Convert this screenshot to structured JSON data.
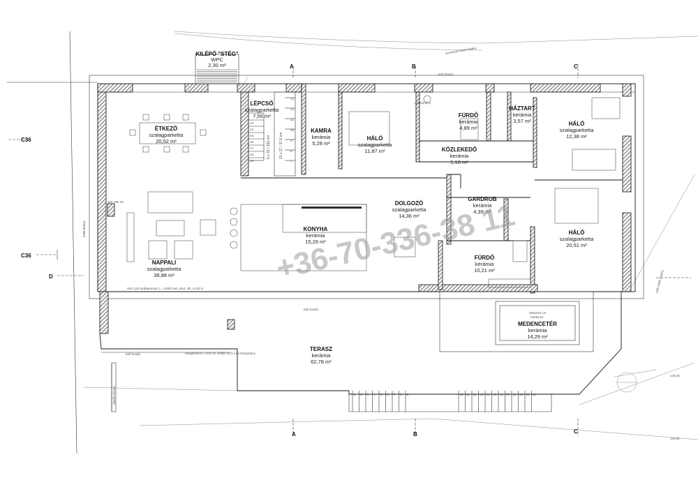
{
  "rooms": {
    "etkezo": {
      "name": "ÉTKEZŐ",
      "floor": "szalagparketta",
      "area": "20,52 m²"
    },
    "lepcso": {
      "name": "LÉPCSŐ",
      "floor": "szalagparketta",
      "area": "7,56 m²"
    },
    "kamra": {
      "name": "KAMRA",
      "floor": "kerámia",
      "area": "5,28 m²"
    },
    "halo1": {
      "name": "HÁLÓ",
      "floor": "szalagparketta",
      "area": "11,87 m²"
    },
    "furdo1": {
      "name": "FÜRDŐ",
      "floor": "kerámia",
      "area": "4,89 m²"
    },
    "haztart": {
      "name": "HÁZTART",
      "floor": "kerámia",
      "area": "3,57 m²"
    },
    "halo2": {
      "name": "HÁLÓ",
      "floor": "szalagparketta",
      "area": "12,38 m²"
    },
    "kozlekedo": {
      "name": "KÖZLEKEDŐ",
      "floor": "kerámia",
      "area": "5,18 m²"
    },
    "dolgozo": {
      "name": "DOLGOZÓ",
      "floor": "szalagparketta",
      "area": "14,36 m²"
    },
    "gardrob": {
      "name": "GARDROB",
      "floor": "kerámia",
      "area": "4,39 m²"
    },
    "konyha": {
      "name": "KONYHA",
      "floor": "kerámia",
      "area": "15,29 m²"
    },
    "halo3": {
      "name": "HÁLÓ",
      "floor": "szalagparketta",
      "area": "20,51 m²"
    },
    "furdo2": {
      "name": "FÜRDŐ",
      "floor": "kerámia",
      "area": "10,21 m²"
    },
    "nappali": {
      "name": "NAPPALI",
      "floor": "szalagparketta",
      "area": "38,88 m²"
    },
    "medence": {
      "name": "MEDENCETÉR",
      "floor": "kerámia",
      "area": "14,29 m²"
    },
    "terasz": {
      "name": "TERASZ",
      "floor": "kerámia",
      "area": "62,78 m²"
    },
    "kilepo": {
      "name": "KILÉPŐ \"STÉG\"",
      "floor": "WPC",
      "area": "2,30 m²"
    }
  },
  "sections": {
    "A": "A",
    "B": "B",
    "C": "C",
    "D": "D",
    "C36": "C36"
  },
  "annotations": {
    "stair_spec": "6 x 32 / 152 cm",
    "stair_spec2": "13 x 27 / 17,6 cm",
    "hea": "HEA 140 acélgerenda, L = 5300 mm, alsó. sík +2,40 m",
    "glass": "üvegkorlát m =100 cm, előtte ACO mini lefolyórács",
    "pool": "250x210 cm",
    "pool2": "medence",
    "teto_kontur": "tető kontúr",
    "gazkemeny": "gázkémény",
    "shi": "SHI UNI 20",
    "tamfal": "támfal nézete",
    "dim_128": "128.30",
    "dim_128b": "128.00",
    "szomszed": "szomszéd telek határa",
    "telek": "jobb telek határa",
    "telek2": "telek határa"
  },
  "stairs": {
    "left": [
      "13.",
      "14.",
      "15.",
      "16.",
      "17.",
      "18.",
      "19."
    ],
    "right": [
      "13.",
      "12.",
      "11.",
      "10.",
      "9.",
      "8.",
      "7."
    ],
    "outdoor_left": [
      "1.",
      "2.",
      "3.",
      "4.",
      "5.",
      "6.",
      "7.",
      "8.",
      "9."
    ],
    "outdoor_right": [
      "10.",
      "11.",
      "12.",
      "13.",
      "14.",
      "15.",
      "16.",
      "17.",
      "18.",
      "19.",
      "20.",
      "21."
    ]
  },
  "watermark": "+36-70-336-38 11",
  "colors": {
    "wall": "#2b2b2b",
    "line": "#111111",
    "watermark": "#9a9a9a"
  }
}
